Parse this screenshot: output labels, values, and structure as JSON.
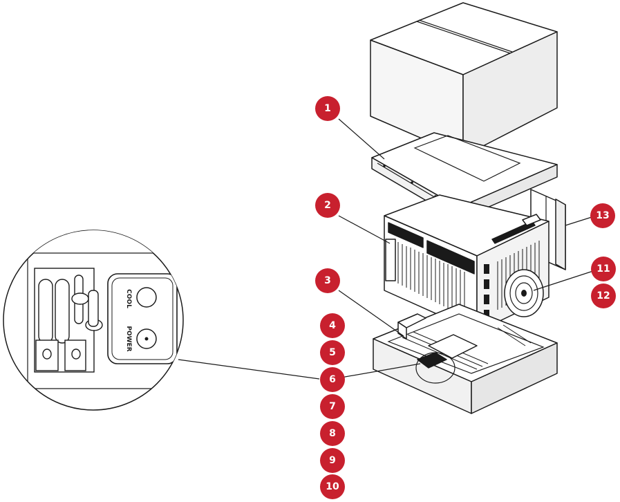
{
  "callouts": [
    {
      "id": "1",
      "label": "1"
    },
    {
      "id": "2",
      "label": "2"
    },
    {
      "id": "3",
      "label": "3"
    },
    {
      "id": "4",
      "label": "4"
    },
    {
      "id": "5",
      "label": "5"
    },
    {
      "id": "6",
      "label": "6"
    },
    {
      "id": "7",
      "label": "7"
    },
    {
      "id": "8",
      "label": "8"
    },
    {
      "id": "9",
      "label": "9"
    },
    {
      "id": "10",
      "label": "10"
    },
    {
      "id": "11",
      "label": "11"
    },
    {
      "id": "12",
      "label": "12"
    },
    {
      "id": "13",
      "label": "13"
    }
  ],
  "colors": {
    "badge": "#c8202e",
    "badge_text": "#ffffff",
    "line": "#1a1a1a",
    "face_light": "#ffffff",
    "face_shade": "#f1f1f1"
  },
  "detail_panel": {
    "cool_label": "COOL",
    "power_label": "POWER"
  }
}
